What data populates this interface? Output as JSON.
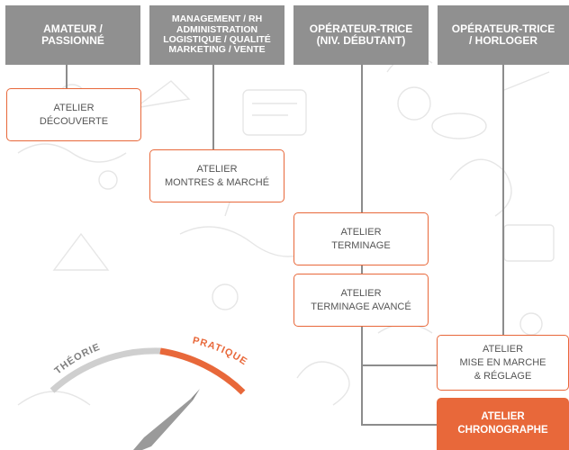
{
  "colors": {
    "accent": "#e8683a",
    "header_bg": "#909090",
    "connector": "#8c8c8c",
    "arc_grey": "#cfcfcf"
  },
  "columns": [
    {
      "lines": [
        "AMATEUR /",
        "PASSIONNÉ"
      ]
    },
    {
      "lines": [
        "MANAGEMENT / RH",
        "ADMINISTRATION",
        "LOGISTIQUE / QUALITÉ",
        "MARKETING / VENTE"
      ]
    },
    {
      "lines": [
        "OPÉRATEUR-TRICE",
        "(NIV. DÉBUTANT)"
      ]
    },
    {
      "lines": [
        "OPÉRATEUR-TRICE",
        "/ HORLOGER"
      ]
    }
  ],
  "ateliers": [
    {
      "lines": [
        "ATELIER",
        "DÉCOUVERTE"
      ]
    },
    {
      "lines": [
        "ATELIER",
        "MONTRES & MARCHÉ"
      ]
    },
    {
      "lines": [
        "ATELIER",
        "TERMINAGE"
      ]
    },
    {
      "lines": [
        "ATELIER",
        "TERMINAGE AVANCÉ"
      ]
    },
    {
      "lines": [
        "ATELIER",
        "MISE EN MARCHE",
        "& RÉGLAGE"
      ]
    },
    {
      "lines": [
        "ATELIER",
        "CHRONOGRAPHE"
      ]
    }
  ],
  "gauge": {
    "left_label": "THÉORIE",
    "right_label": "PRATIQUE"
  }
}
